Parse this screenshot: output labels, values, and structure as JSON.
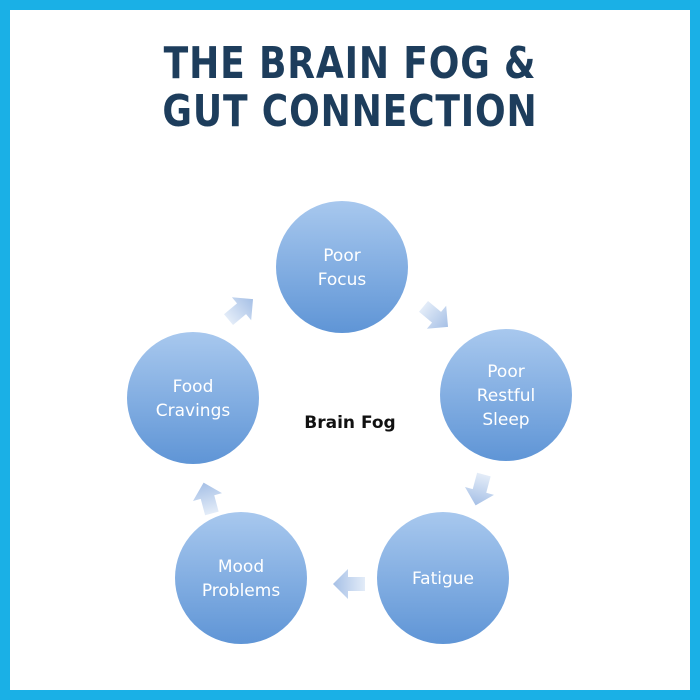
{
  "title": {
    "line1": "THE BRAIN FOG &",
    "line2": "GUT CONNECTION"
  },
  "diagram": {
    "center_label": "Brain Fog",
    "nodes": [
      {
        "id": "poor-focus",
        "lines": [
          "Poor",
          "Focus"
        ]
      },
      {
        "id": "poor-restful-sleep",
        "lines": [
          "Poor",
          "Restful",
          "Sleep"
        ]
      },
      {
        "id": "fatigue",
        "lines": [
          "Fatigue"
        ]
      },
      {
        "id": "mood-problems",
        "lines": [
          "Mood",
          "Problems"
        ]
      },
      {
        "id": "food-cravings",
        "lines": [
          "Food",
          "Cravings"
        ]
      }
    ]
  },
  "colors": {
    "border": "#1ab0e6",
    "title": "#1d3d5c",
    "node_top": "#a8c8ee",
    "node_bottom": "#5f95d6",
    "arrow_light": "#e3ecf8",
    "arrow_dark": "#a6c0e6"
  }
}
